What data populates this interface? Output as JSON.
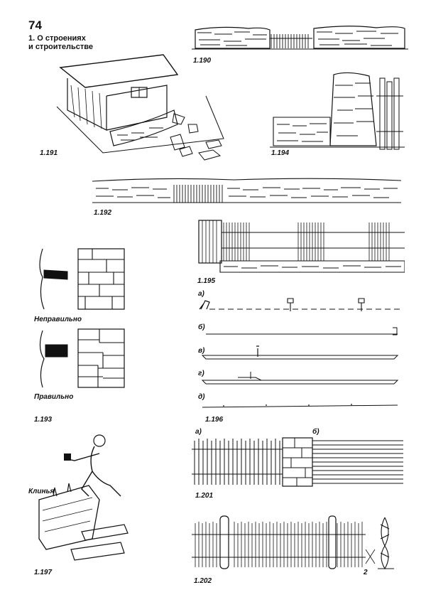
{
  "header": {
    "page_number": "74",
    "section_line1": "1. О строениях",
    "section_line2": "и строительстве"
  },
  "figures": {
    "f190": "1.190",
    "f191": "1.191",
    "f192": "1.192",
    "f193": "1.193",
    "f194": "1.194",
    "f195": "1.195",
    "f196": "1.196",
    "f197": "1.197",
    "f201": "1.201",
    "f202": "1.202"
  },
  "labels": {
    "wrong": "Неправильно",
    "right": "Правильно",
    "wedges": "Клинья",
    "a": "а)",
    "b": "б)",
    "v": "в)",
    "g": "г)",
    "d": "д)",
    "two": "2"
  }
}
